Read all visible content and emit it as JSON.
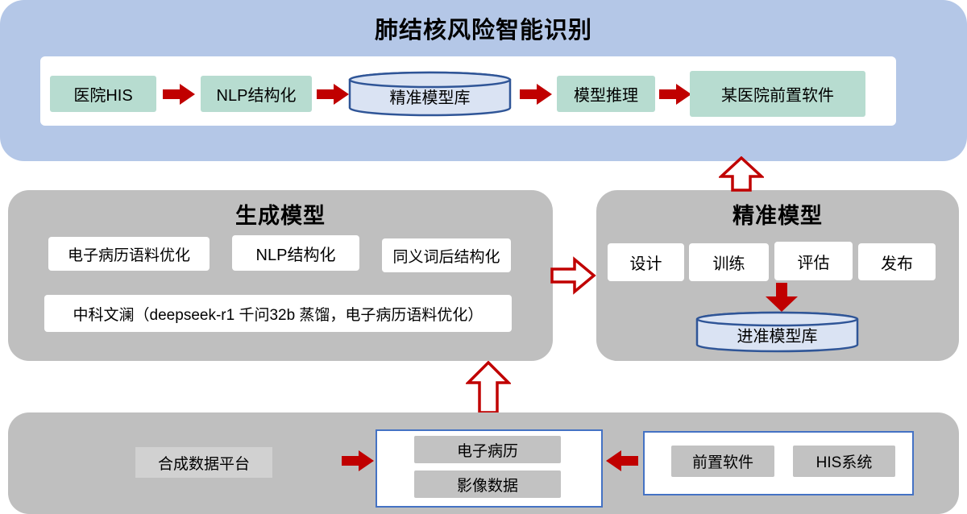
{
  "top": {
    "title": "肺结核风险智能识别",
    "nodes": {
      "his": "医院HIS",
      "nlp": "NLP结构化",
      "model_db": "精准模型库",
      "inference": "模型推理",
      "hospital_software": "某医院前置软件"
    }
  },
  "generation": {
    "title": "生成模型",
    "items": {
      "corpus_opt": "电子病历语料优化",
      "nlp": "NLP结构化",
      "synonym": "同义词后结构化",
      "zhongke": "中科文澜（deepseek-r1 千问32b 蒸馏，电子病历语料优化）"
    }
  },
  "precision": {
    "title": "精准模型",
    "steps": {
      "design": "设计",
      "train": "训练",
      "evaluate": "评估",
      "publish": "发布"
    },
    "model_db": "进准模型库"
  },
  "bottom": {
    "synthetic_platform": "合成数据平台",
    "emr": "电子病历",
    "imaging": "影像数据",
    "front_software": "前置软件",
    "his_system": "HIS系统"
  },
  "icons": {
    "flow_arrow": "solid-red-right-arrow",
    "input_arrow": "solid-red-left-arrow",
    "deploy_arrow": "solid-red-down-arrow",
    "feed_up_arrow": "outlined-up-arrow",
    "transfer_right_arrow": "outlined-right-arrow"
  },
  "colors": {
    "top_bg": "#b4c7e7",
    "teal_box": "#b7dcd0",
    "gray_container": "#bfbfbf",
    "gray_item": "#c2c2c2",
    "cylinder_fill": "#dae3f3",
    "cylinder_border": "#2f5597",
    "arrow_red": "#c00000",
    "blue_border": "#4472c4"
  }
}
